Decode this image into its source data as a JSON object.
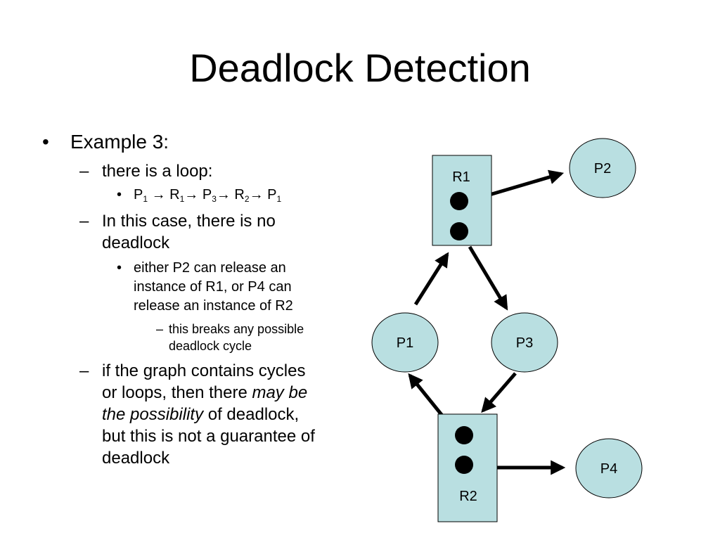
{
  "title": "Deadlock Detection",
  "bullets": {
    "b1": {
      "marker": "•",
      "text": "Example 3:"
    },
    "b2": {
      "marker": "–",
      "text": "there is a loop:"
    },
    "b3": {
      "marker": "•",
      "parts": [
        "P",
        "1",
        " → R",
        "1",
        "→ P",
        "3",
        "→ R",
        "2",
        "→ P",
        "1"
      ]
    },
    "b4": {
      "marker": "–",
      "lines": [
        "In this case, there is no",
        "deadlock"
      ]
    },
    "b5": {
      "marker": "•",
      "lines": [
        "either P2 can release an",
        "instance of R1, or P4 can",
        "release an instance of R2"
      ]
    },
    "b6": {
      "marker": "–",
      "lines": [
        "this breaks any possible",
        "deadlock cycle"
      ]
    },
    "b7": {
      "marker": "–",
      "lines": [
        "if the graph contains cycles",
        "or loops, then there ",
        "may be",
        "the possibility",
        " of deadlock,",
        "but this is not a guarantee of",
        "deadlock"
      ]
    }
  },
  "graph": {
    "resources": [
      {
        "id": "R1",
        "label": "R1",
        "instances": 2
      },
      {
        "id": "R2",
        "label": "R2",
        "instances": 2
      }
    ],
    "processes": [
      {
        "id": "P1",
        "label": "P1"
      },
      {
        "id": "P2",
        "label": "P2"
      },
      {
        "id": "P3",
        "label": "P3"
      },
      {
        "id": "P4",
        "label": "P4"
      }
    ],
    "edges": [
      {
        "from": "R1",
        "to": "P2"
      },
      {
        "from": "R1",
        "to": "P3"
      },
      {
        "from": "P1",
        "to": "R1"
      },
      {
        "from": "P3",
        "to": "R2"
      },
      {
        "from": "R2",
        "to": "P1"
      },
      {
        "from": "R2",
        "to": "P4"
      }
    ],
    "colors": {
      "fill": "#b9dfe1",
      "stroke": "#000000",
      "arrow": "#000000"
    }
  }
}
